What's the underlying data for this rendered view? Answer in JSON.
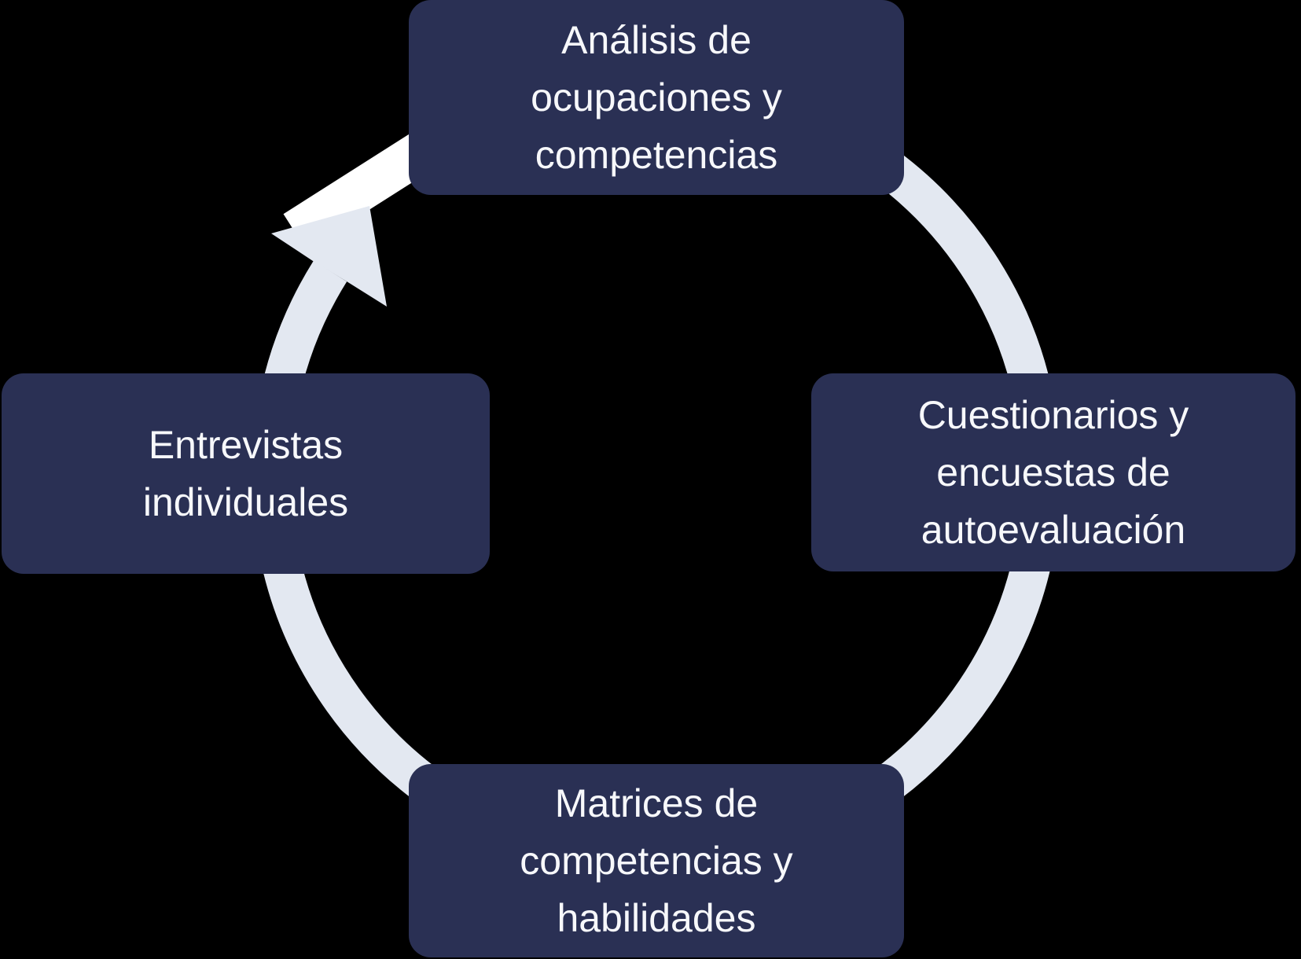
{
  "diagram": {
    "type": "cycle",
    "direction": "clockwise",
    "colors": {
      "background": "#000000",
      "box": "#2a3054",
      "ring": "#e3e8f1",
      "arrow_highlight": "#ffffff",
      "text": "#f7f8fb"
    },
    "nodes": [
      {
        "id": "top",
        "label": "Análisis de\nocupaciones y\ncompetencias"
      },
      {
        "id": "right",
        "label": "Cuestionarios y\nencuestas de\nautoevaluación"
      },
      {
        "id": "bottom",
        "label": "Matrices de\ncompetencias y\nhabilidades"
      },
      {
        "id": "left",
        "label": "Entrevistas\nindividuales"
      }
    ]
  }
}
